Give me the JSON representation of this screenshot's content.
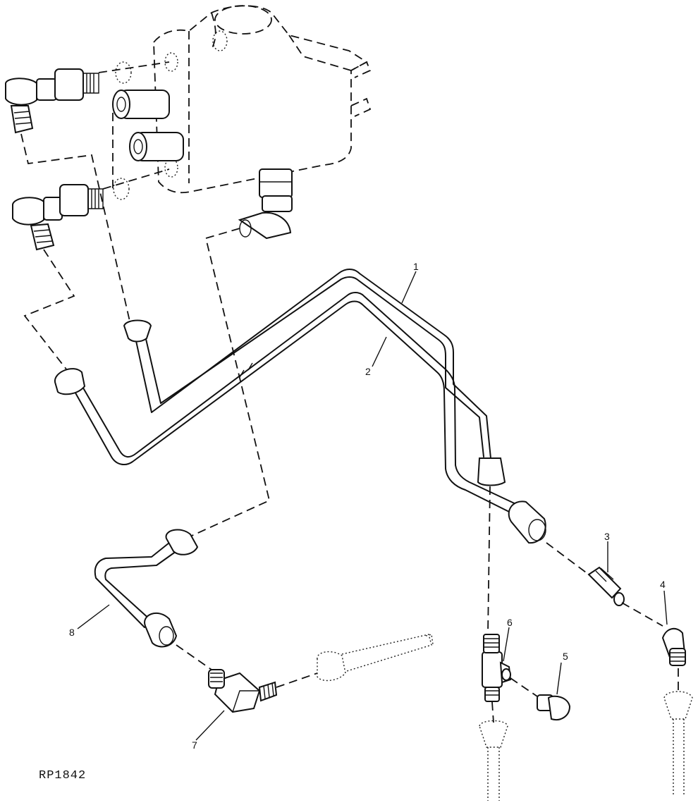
{
  "diagram": {
    "reference_code": "RP1842",
    "callouts": [
      {
        "id": "callout-1",
        "text": "1"
      },
      {
        "id": "callout-2",
        "text": "2"
      },
      {
        "id": "callout-3",
        "text": "3"
      },
      {
        "id": "callout-4",
        "text": "4"
      },
      {
        "id": "callout-5",
        "text": "5"
      },
      {
        "id": "callout-6",
        "text": "6"
      },
      {
        "id": "callout-7",
        "text": "7"
      },
      {
        "id": "callout-8",
        "text": "8"
      }
    ]
  }
}
